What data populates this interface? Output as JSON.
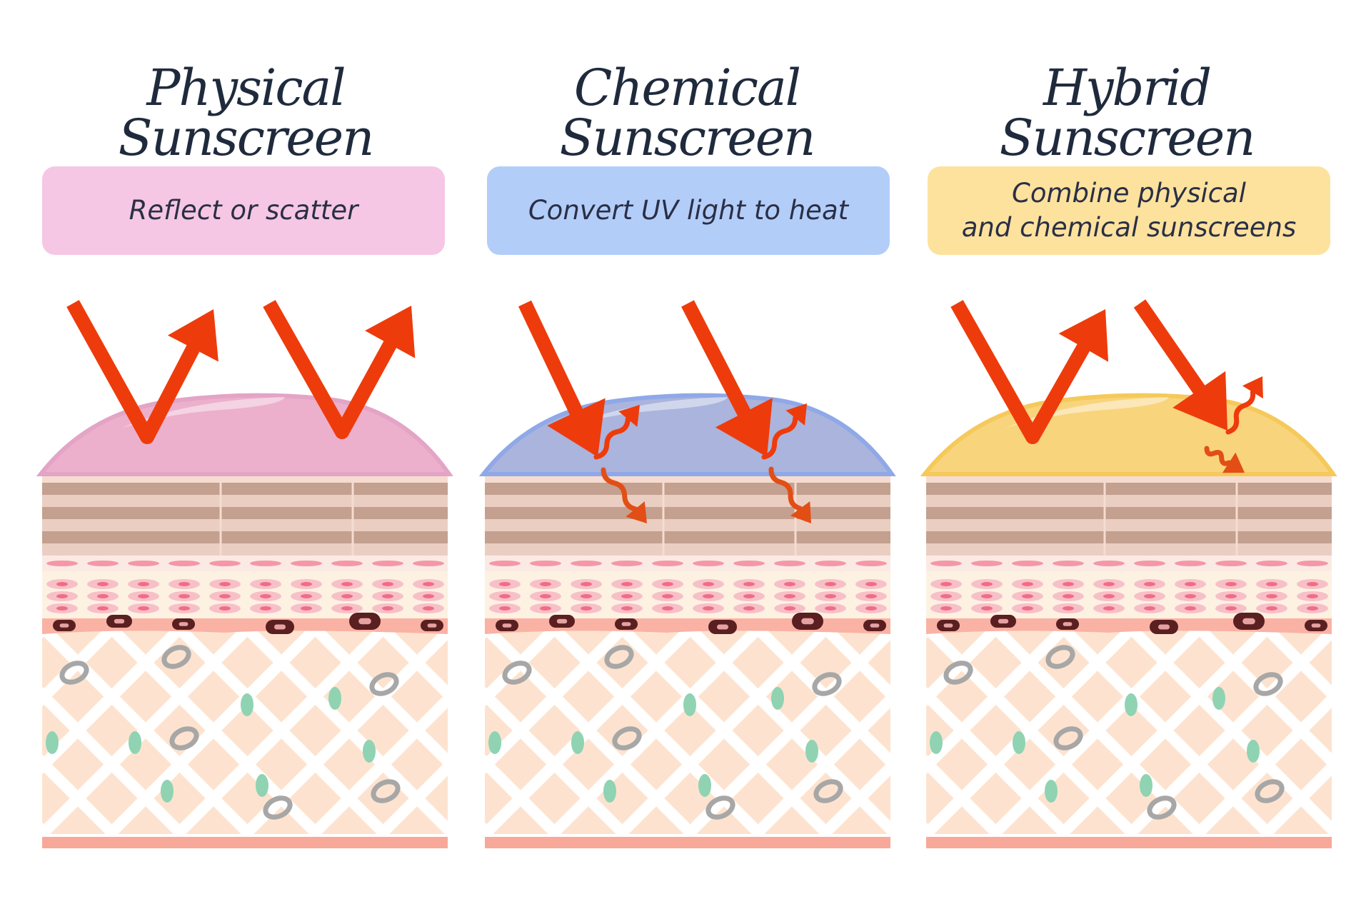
{
  "panels": [
    {
      "title": "Physical Sunscreen",
      "label": "Reflect or scatter",
      "label_color": "#f5c7e4",
      "film_color": "#ecb0cc",
      "film_edge": "#e3a4c6",
      "type": "reflect"
    },
    {
      "title": "Chemical Sunscreen",
      "label": "Convert UV light to heat",
      "label_color": "#b3cdf9",
      "film_color": "#aab4dc",
      "film_edge": "#8fa8e8",
      "type": "convert"
    },
    {
      "title": "Hybrid Sunscreen",
      "label": "Combine physical\nand chemical sunscreens",
      "label_color": "#fde29e",
      "film_color": "#f8d47c",
      "film_edge": "#f5c95a",
      "type": "hybrid"
    }
  ],
  "colors": {
    "uv_arrow": "#ee3b0c",
    "heat_arrow": "#e24e16",
    "stratum_dark": "#c3a08f",
    "stratum_light": "#ebcec2",
    "dermis_bg": "#fde3cf",
    "fiber": "#ffffff",
    "fibroblast": "#8fd3b3",
    "cell_gray": "#a7a7a7",
    "base_line": "#f8a898",
    "melanocyte": "#5a1f20"
  }
}
